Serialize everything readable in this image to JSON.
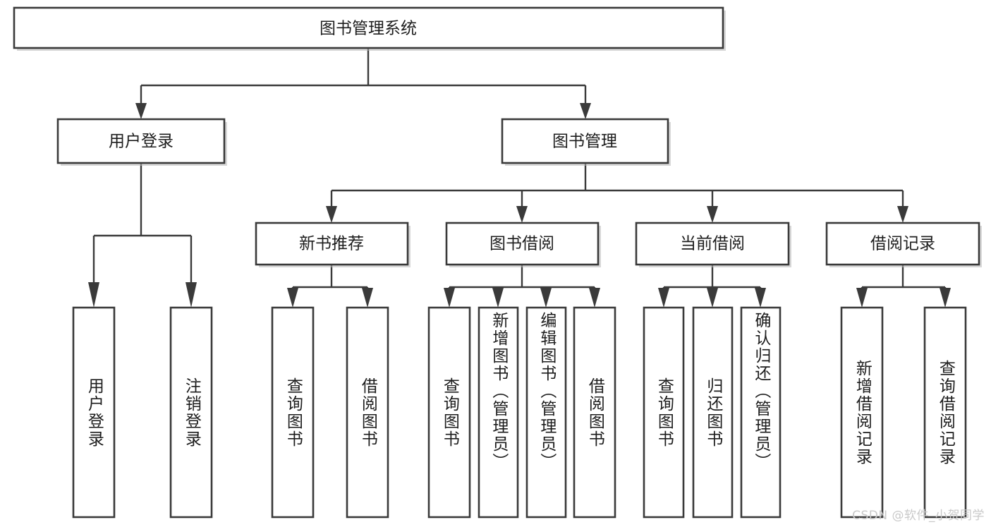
{
  "diagram": {
    "type": "tree",
    "title": "图书管理系统",
    "watermark": "CSDN @软件_小贺同学",
    "colors": {
      "stroke": "#3a3a3a",
      "fill": "#ffffff",
      "text": "#1d1d1d",
      "watermark": "#c9c9c9"
    },
    "root": {
      "label": "图书管理系统"
    },
    "level2": [
      {
        "label": "用户登录"
      },
      {
        "label": "图书管理"
      }
    ],
    "level3": [
      {
        "label": "新书推荐"
      },
      {
        "label": "图书借阅"
      },
      {
        "label": "当前借阅"
      },
      {
        "label": "借阅记录"
      }
    ],
    "leaves": {
      "user_login": [
        {
          "label": "用户登录"
        },
        {
          "label": "注销登录"
        }
      ],
      "new_book": [
        {
          "label": "查询图书"
        },
        {
          "label": "借阅图书"
        }
      ],
      "borrow_book": [
        {
          "label": "查询图书"
        },
        {
          "label": "新增图书（管理员）"
        },
        {
          "label": "编辑图书（管理员）"
        },
        {
          "label": "借阅图书"
        }
      ],
      "current_borrow": [
        {
          "label": "查询图书"
        },
        {
          "label": "归还图书"
        },
        {
          "label": "确认归还（管理员）"
        }
      ],
      "borrow_record": [
        {
          "label": "新增借阅记录"
        },
        {
          "label": "查询借阅记录"
        }
      ]
    }
  }
}
